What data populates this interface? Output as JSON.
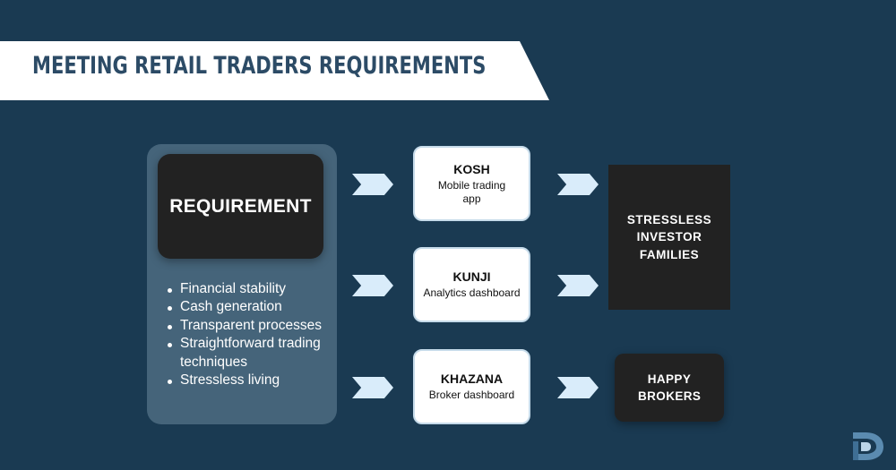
{
  "header": {
    "title": "MEETING RETAIL TRADERS REQUIREMENTS"
  },
  "requirement": {
    "title": "REQUIREMENT",
    "items": [
      "Financial stability",
      "Cash generation",
      "Transparent processes",
      "Straightforward trading techniques",
      "Stressless living"
    ]
  },
  "products": [
    {
      "name": "KOSH",
      "description": "Mobile trading app"
    },
    {
      "name": "KUNJI",
      "description": "Analytics dashboard"
    },
    {
      "name": "KHAZANA",
      "description": "Broker dashboard"
    }
  ],
  "outcomes": {
    "families": "STRESSLESS INVESTOR FAMILIES",
    "brokers": "HAPPY BROKERS"
  },
  "colors": {
    "background": "#1a3a52",
    "banner": "#ffffff",
    "title_text": "#2c4b66",
    "panel": "#45647a",
    "dark_box": "#222222",
    "arrow": "#d9ecfa"
  },
  "icons": {
    "logo": "brand-logo-icon",
    "arrow": "chevron-arrow-icon"
  }
}
